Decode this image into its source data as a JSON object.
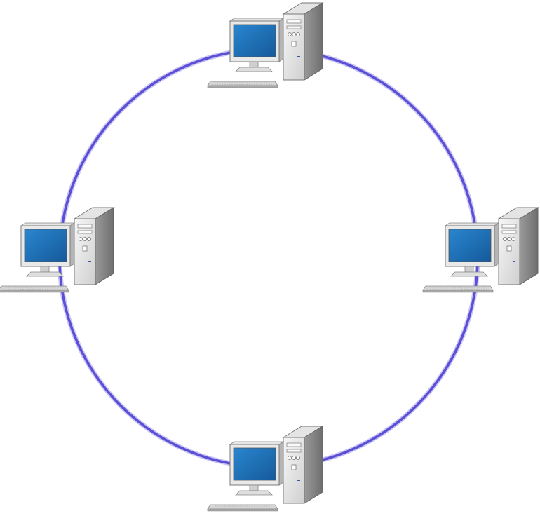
{
  "diagram": {
    "topology": "ring",
    "ring_color": "#5b4fd6",
    "ring_halo_color": "#c9c4f3",
    "screen_color": "#1f6fb8",
    "nodes": [
      {
        "id": "top",
        "icon": "desktop-computer-icon"
      },
      {
        "id": "left",
        "icon": "desktop-computer-icon"
      },
      {
        "id": "right",
        "icon": "desktop-computer-icon"
      },
      {
        "id": "bottom",
        "icon": "desktop-computer-icon"
      }
    ]
  }
}
